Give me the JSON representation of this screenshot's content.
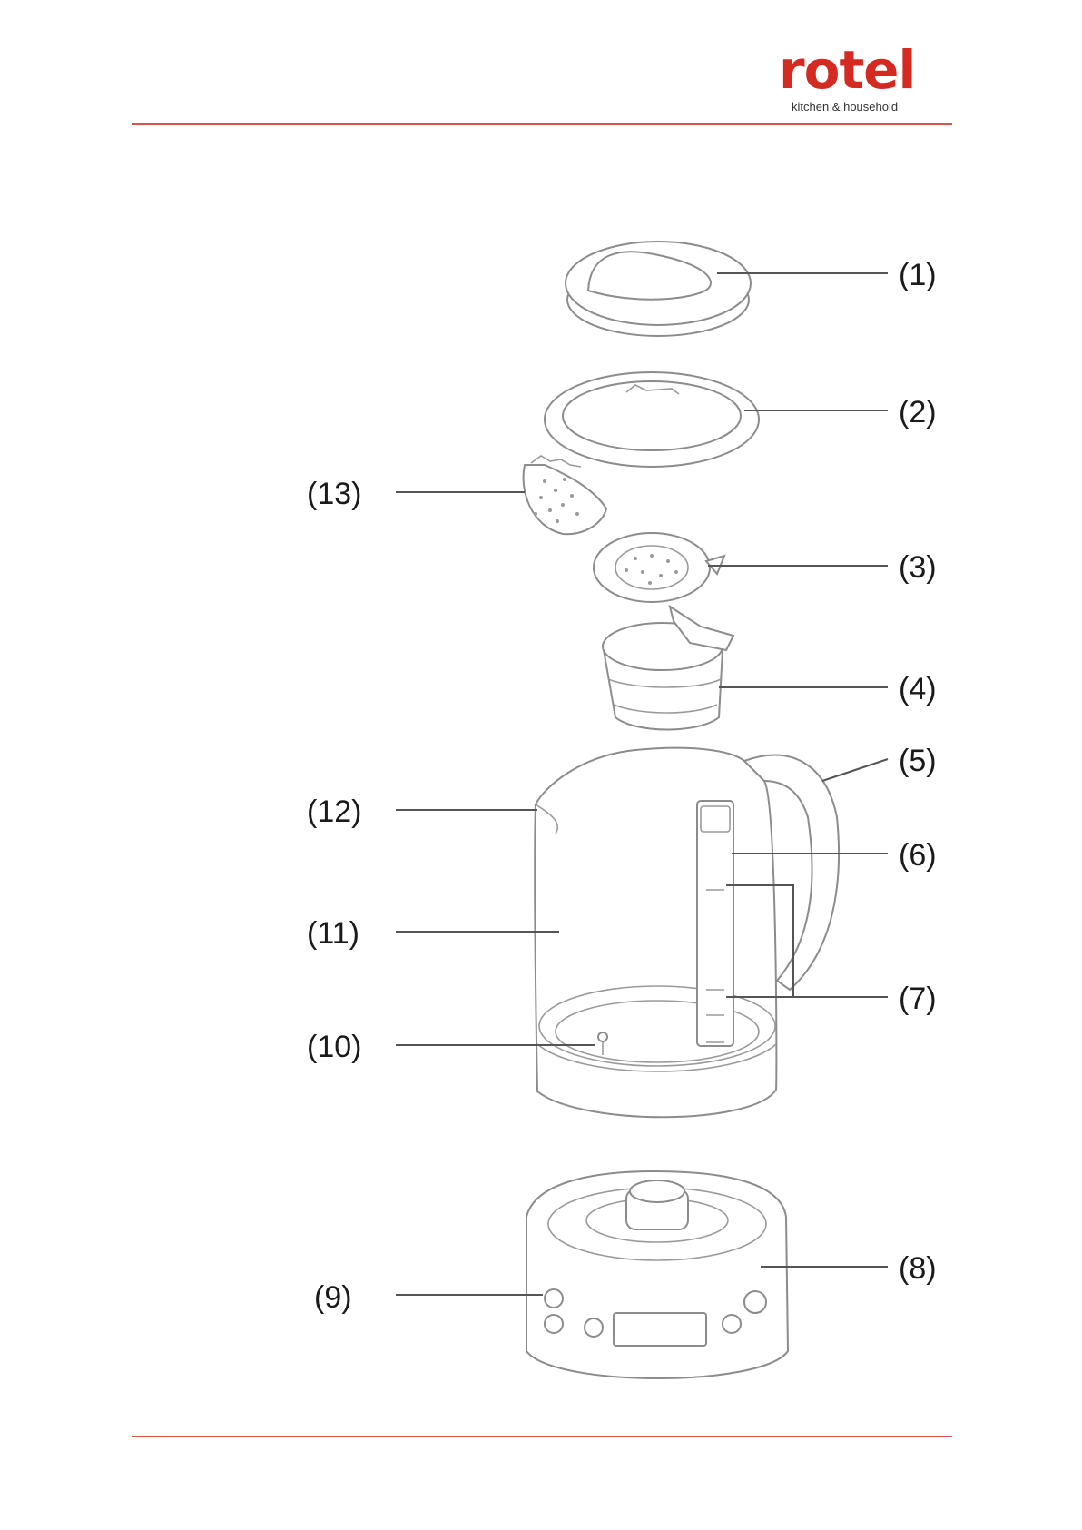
{
  "brand": {
    "name": "rotel",
    "tagline": "kitchen & household",
    "color": "#d42a21"
  },
  "rule_color": "#d9534f",
  "labels": [
    "(1)",
    "(2)",
    "(3)",
    "(4)",
    "(5)",
    "(6)",
    "(7)",
    "(8)",
    "(9)",
    "(10)",
    "(11)",
    "(12)",
    "(13)"
  ]
}
